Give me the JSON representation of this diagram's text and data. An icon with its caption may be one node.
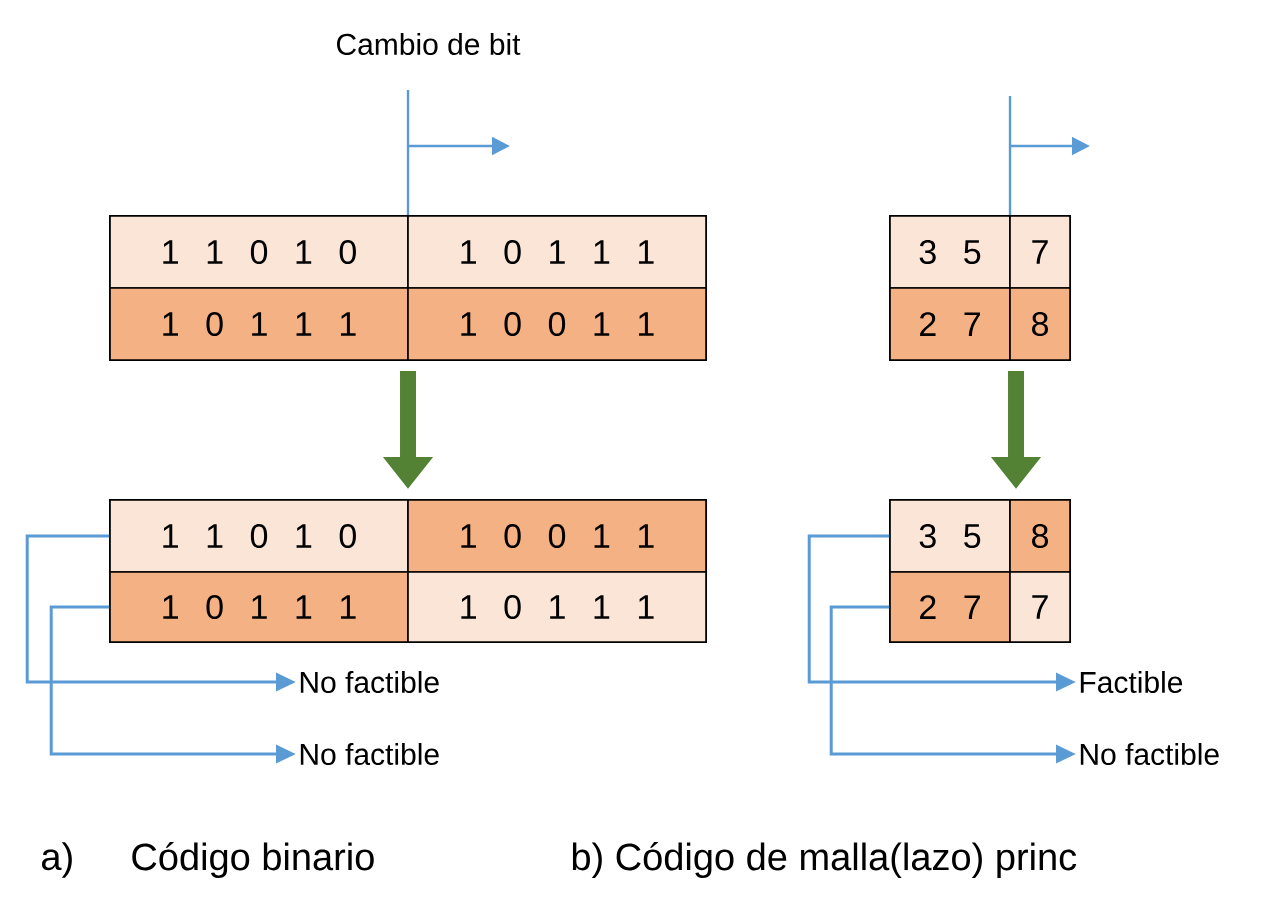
{
  "diagram": {
    "nodes": [
      {
        "text": [],
        "shape": "box"
      },
      {
        "text": [
          "1 1 0 1 0"
        ],
        "in": 0
      },
      {
        "text": [
          "1 0 1 1 1"
        ],
        "in": 0
      },
      {
        "text": [
          "1 0 1 1 1"
        ],
        "in": 0
      },
      {
        "text": [
          "1 0 0 1 1"
        ],
        "in": 0
      },
      {
        "text": [],
        "shape": "box"
      },
      {
        "text": [
          "1 1 0 1 0"
        ],
        "in": 5
      },
      {
        "text": [
          "1 0 0 1 1"
        ],
        "in": 5
      },
      {
        "text": [
          "1 0 1 1 1"
        ],
        "in": 5
      },
      {
        "text": [
          "1 0 1 1 1"
        ],
        "in": 5
      },
      {
        "text": [
          "No factible"
        ]
      },
      {
        "text": [
          "No factible"
        ]
      },
      {
        "text": [],
        "shape": "box"
      },
      {
        "text": [
          "3 5"
        ],
        "in": 12
      },
      {
        "text": [
          "7"
        ],
        "in": 12
      },
      {
        "text": [
          "2 7"
        ],
        "in": 12
      },
      {
        "text": [
          "8"
        ],
        "in": 12
      },
      {
        "text": [],
        "shape": "box"
      },
      {
        "text": [
          "3 5"
        ],
        "in": 17
      },
      {
        "text": [
          "8"
        ],
        "in": 17
      },
      {
        "text": [
          "2 7"
        ],
        "in": 17
      },
      {
        "text": [
          "7"
        ],
        "in": 17
      },
      {
        "text": [
          "Factible"
        ]
      },
      {
        "text": [
          "No factible"
        ]
      }
    ],
    "edges": [
      {
        "from": 0,
        "to": 5,
        "arrow": "to",
        "style": "thick",
        "color": "#548235"
      },
      {
        "from": 6,
        "to": 10,
        "arrow": "to"
      },
      {
        "from": 8,
        "to": 11,
        "arrow": "to"
      },
      {
        "from": 12,
        "to": 17,
        "arrow": "to",
        "style": "thick",
        "color": "#548235"
      },
      {
        "from": 18,
        "to": 22,
        "arrow": "to"
      },
      {
        "from": 20,
        "to": 23,
        "arrow": "to"
      }
    ],
    "labels": [
      "Cambio de bit",
      "a)",
      "Código binario",
      "b) Código de malla(lazo) princ"
    ]
  }
}
